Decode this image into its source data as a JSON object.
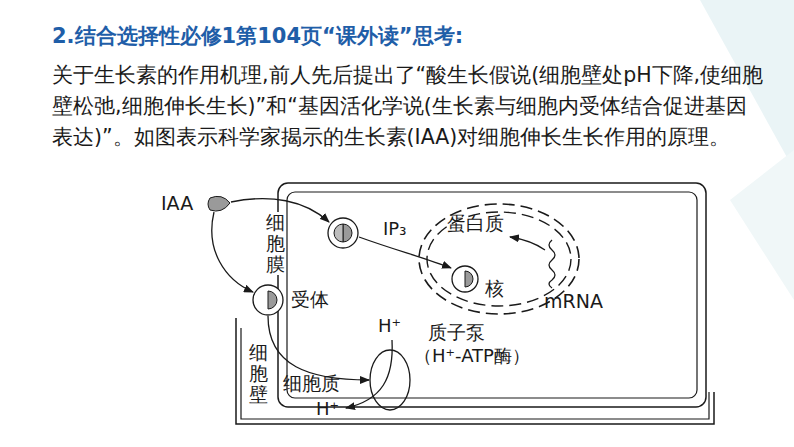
{
  "diagram": {
    "title": "2.结合选择性必修1第104页“课外读”思考:",
    "nodes": [
      {
        "text": [
          "受体"
        ]
      },
      {
        "text": [
          "核"
        ]
      },
      {
        "text": [
          "质子泵",
          "（H⁺-ATP酶）"
        ]
      }
    ],
    "edges": [
      {
        "from": 0,
        "to": 2,
        "arrow": "to"
      }
    ],
    "labels": [
      "关于生长素的作用机理,前人先后提出了“酸生长假说(细胞壁处pH下降,使细胞壁松弛,细胞伸长生长)”和“基因活化学说(生长素与细胞内受体结合促进基因表达)”。如图表示科学家揭示的生长素(IAA)对细胞伸长生长作用的原理。",
      "IAA",
      "细胞膜",
      "IP₃",
      "蛋白质",
      "mRNA",
      "H⁺",
      "细胞质",
      "细胞壁",
      "H⁺"
    ]
  }
}
